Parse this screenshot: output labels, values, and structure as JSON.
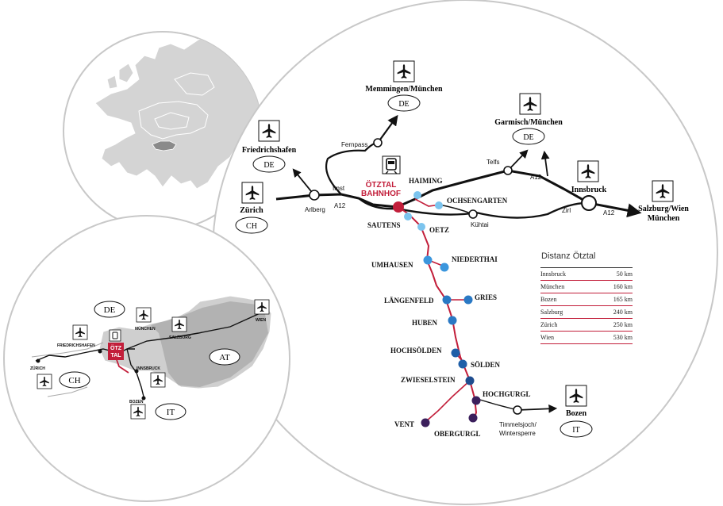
{
  "europe_inset": {
    "highlight_color": "#8a8a8a"
  },
  "austria_inset": {
    "country_labels": [
      "DE",
      "AT",
      "CH",
      "IT"
    ],
    "cities": [
      "FRIEDRICHSHAFEN",
      "MÜNCHEN",
      "SALZBURG",
      "WIEN",
      "ZÜRICH",
      "INNSBRUCK",
      "BOZEN"
    ],
    "station_label_line1": "ÖTZ",
    "station_label_line2": "TAL"
  },
  "main_map": {
    "station_title_line1": "ÖTZTAL",
    "station_title_line2": "BAHNHOF",
    "airports": [
      {
        "name": "Memmingen/München",
        "country": "DE"
      },
      {
        "name": "Friedrichshafen",
        "country": "DE"
      },
      {
        "name": "Zürich",
        "country": "CH"
      },
      {
        "name": "Garmisch/München",
        "country": "DE"
      },
      {
        "name": "Innsbruck",
        "country": ""
      },
      {
        "name_line1": "Salzburg/Wien",
        "name_line2": "München"
      },
      {
        "name": "Bozen",
        "country": "IT"
      }
    ],
    "road_labels": [
      "Fernpass",
      "Imst",
      "A12",
      "Arlberg",
      "Telfs",
      "A12",
      "Zirl",
      "A12",
      "Kühtai",
      "Timmelsjoch/",
      "Wintersperre"
    ],
    "villages": [
      "HAIMING",
      "OCHSENGARTEN",
      "SAUTENS",
      "OETZ",
      "UMHAUSEN",
      "NIEDERTHAI",
      "LÄNGENFELD",
      "GRIES",
      "HUBEN",
      "HOCHSÖLDEN",
      "SÖLDEN",
      "ZWIESELSTEIN",
      "HOCHGURGL",
      "VENT",
      "OBERGURGL"
    ],
    "colors": {
      "accent_red": "#c21e3a",
      "dot_light": "#7cc4ee",
      "dot_mid": "#2a79c4",
      "dot_dark": "#1f4d8f",
      "dot_purple": "#3b1f5c"
    }
  },
  "distance_table": {
    "title": "Distanz Ötztal",
    "rows": [
      {
        "city": "Innsbruck",
        "km": "50 km"
      },
      {
        "city": "München",
        "km": "160 km"
      },
      {
        "city": "Bozen",
        "km": "165 km"
      },
      {
        "city": "Salzburg",
        "km": "240 km"
      },
      {
        "city": "Zürich",
        "km": "250 km"
      },
      {
        "city": "Wien",
        "km": "530 km"
      }
    ]
  }
}
